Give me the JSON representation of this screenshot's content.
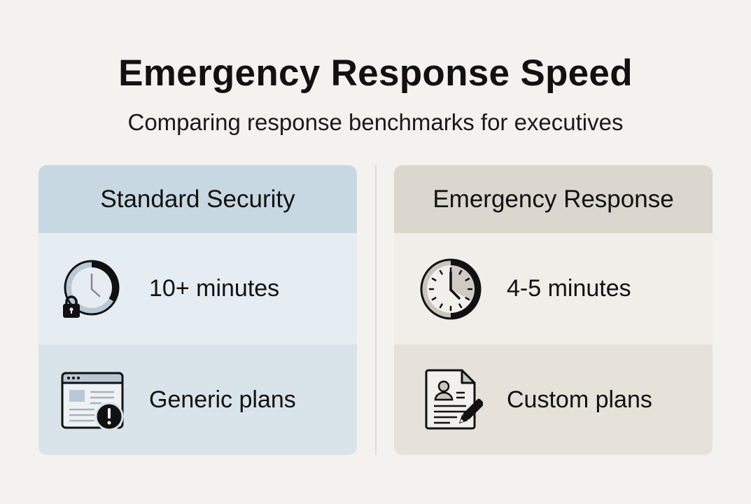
{
  "header": {
    "title": "Emergency Response Speed",
    "subtitle": "Comparing response benchmarks for executives"
  },
  "columns": [
    {
      "heading": "Standard Security",
      "rows": [
        {
          "icon": "clock-lock-icon",
          "text": "10+ minutes"
        },
        {
          "icon": "browser-warning-icon",
          "text": "Generic plans"
        }
      ]
    },
    {
      "heading": "Emergency Response",
      "rows": [
        {
          "icon": "clock-icon",
          "text": "4-5 minutes"
        },
        {
          "icon": "document-edit-icon",
          "text": "Custom plans"
        }
      ]
    }
  ],
  "colors": {
    "background": "#f3f2ef",
    "standard_header": "#c8d8e2",
    "standard_row1": "#e6edf2",
    "standard_row2": "#d9e3ea",
    "emergency_header": "#dbd6ce",
    "emergency_row1": "#f0eee8",
    "emergency_row2": "#e6e2da"
  }
}
